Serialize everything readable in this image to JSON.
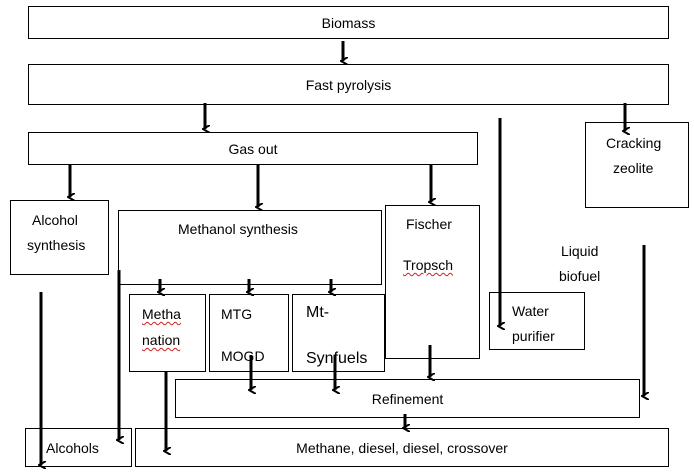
{
  "nodes": {
    "biomass": "Biomass",
    "fast_pyrolysis": "Fast pyrolysis",
    "gas_out": "Gas out",
    "cracking": {
      "line1": "Cracking",
      "line2": "zeolite"
    },
    "alcohol_synthesis": {
      "line1": "Alcohol",
      "line2": "synthesis"
    },
    "methanol_synthesis": "Methanol synthesis",
    "fischer_tropsch": {
      "line1": "Fischer",
      "line2": "Tropsch"
    },
    "liquid_biofuel": {
      "line1": "Liquid",
      "line2": "biofuel"
    },
    "methanation": {
      "line1": "Metha",
      "line2": "nation"
    },
    "mtg_mogd": {
      "line1": "MTG",
      "line2": "MOGD"
    },
    "mt_synfuels": {
      "line1": "Mt-",
      "line2": "Synfuels"
    },
    "water_purifier": {
      "line1": "Water",
      "line2": "purifier"
    },
    "refinement": "Refinement",
    "alcohols": "Alcohols",
    "products": "Methane, diesel, diesel, crossover"
  },
  "colors": {
    "stroke": "#000000",
    "spellcheck": "#d02020"
  }
}
